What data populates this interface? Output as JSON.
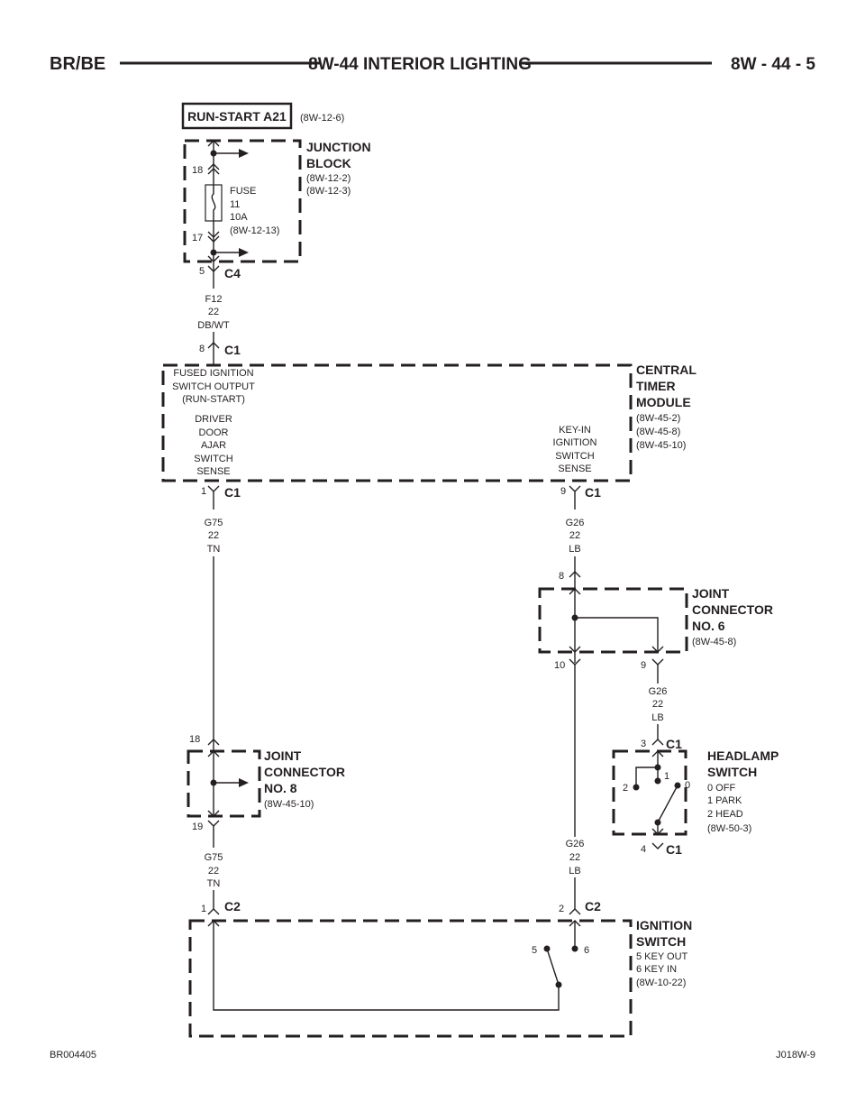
{
  "header": {
    "left": "BR/BE",
    "title": "8W-44 INTERIOR LIGHTING",
    "page": "8W - 44 - 5"
  },
  "footer": {
    "left": "BR004405",
    "right": "J018W-9"
  },
  "run_start": {
    "label": "RUN-START A21",
    "ref": "(8W-12-6)"
  },
  "junction_block": {
    "title": [
      "JUNCTION",
      "BLOCK"
    ],
    "refs": [
      "(8W-12-2)",
      "(8W-12-3)"
    ],
    "pin_in": "18",
    "pin_out": "17",
    "fuse": [
      "FUSE",
      "11",
      "10A",
      "(8W-12-13)"
    ],
    "connector": {
      "pin": "5",
      "name": "C4"
    }
  },
  "wire_f12": [
    "F12",
    "22",
    "DB/WT"
  ],
  "ctm": {
    "title": [
      "CENTRAL",
      "TIMER",
      "MODULE"
    ],
    "refs": [
      "(8W-45-2)",
      "(8W-45-8)",
      "(8W-45-10)"
    ],
    "in_connector": {
      "pin": "8",
      "name": "C1"
    },
    "fused_label": [
      "FUSED IGNITION",
      "SWITCH OUTPUT",
      "(RUN-START)"
    ],
    "door_label": [
      "DRIVER",
      "DOOR",
      "AJAR",
      "SWITCH",
      "SENSE"
    ],
    "keyin_label": [
      "KEY-IN",
      "IGNITION",
      "SWITCH",
      "SENSE"
    ],
    "out1": {
      "pin": "1",
      "name": "C1"
    },
    "out9": {
      "pin": "9",
      "name": "C1"
    }
  },
  "wire_g75_a": [
    "G75",
    "22",
    "TN"
  ],
  "wire_g26_a": [
    "G26",
    "22",
    "LB"
  ],
  "jc6": {
    "title": [
      "JOINT",
      "CONNECTOR",
      "NO. 6"
    ],
    "ref": "(8W-45-8)",
    "pin_in": "8",
    "pin_10": "10",
    "pin_9": "9"
  },
  "wire_g26_b": [
    "G26",
    "22",
    "LB"
  ],
  "headlamp": {
    "title": [
      "HEADLAMP",
      "SWITCH"
    ],
    "positions": [
      "0 OFF",
      "1 PARK",
      "2 HEAD"
    ],
    "ref": "(8W-50-3)",
    "contacts": [
      "2",
      "1",
      "0"
    ],
    "top": {
      "pin": "3",
      "name": "C1"
    },
    "bottom": {
      "pin": "4",
      "name": "C1"
    }
  },
  "jc8": {
    "title": [
      "JOINT",
      "CONNECTOR",
      "NO. 8"
    ],
    "ref": "(8W-45-10)",
    "pin_in": "18",
    "pin_out": "19"
  },
  "wire_g75_b": [
    "G75",
    "22",
    "TN"
  ],
  "wire_g26_c": [
    "G26",
    "22",
    "LB"
  ],
  "ignition": {
    "title": [
      "IGNITION",
      "SWITCH"
    ],
    "positions": [
      "5 KEY OUT",
      "6 KEY IN"
    ],
    "ref": "(8W-10-22)",
    "contacts": [
      "5",
      "6"
    ],
    "c2_1": {
      "pin": "1",
      "name": "C2"
    },
    "c2_2": {
      "pin": "2",
      "name": "C2"
    }
  }
}
